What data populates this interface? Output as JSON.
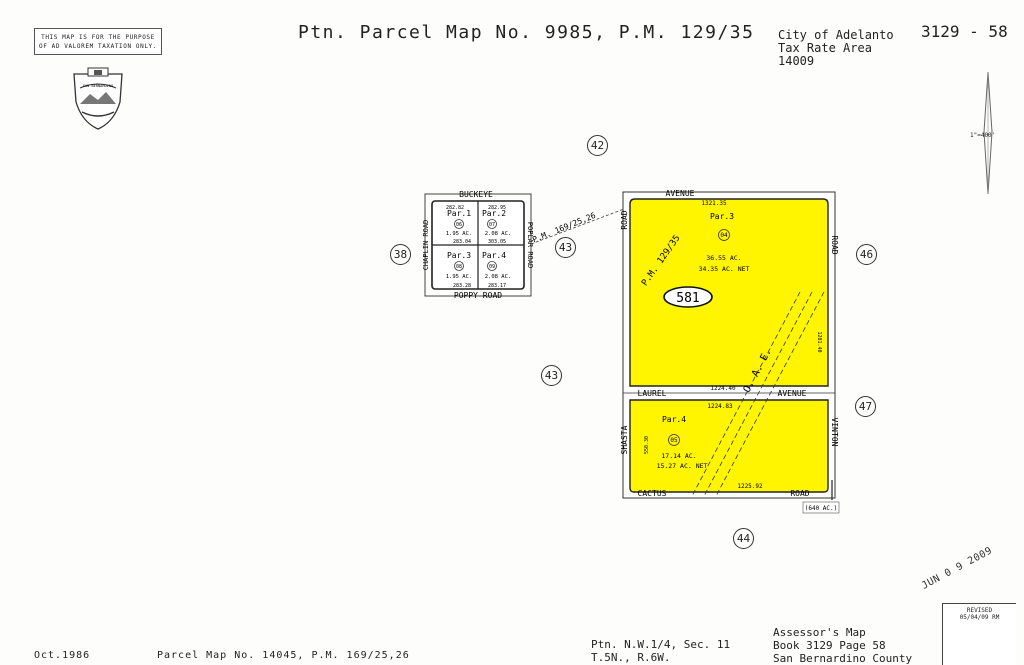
{
  "header": {
    "disclaimer_line1": "THIS MAP IS FOR THE PURPOSE",
    "disclaimer_line2": "OF AD VALOREM TAXATION ONLY.",
    "title": "Ptn. Parcel Map No. 9985, P.M. 129/35",
    "city_line1": "City of Adelanto",
    "city_line2": "Tax Rate Area",
    "city_line3": "14009",
    "map_number": "3129 - 58",
    "seal_text": "SAN BERNARDINO",
    "scale_label": "1\"=400'"
  },
  "book_numbers": [
    "42",
    "38",
    "43",
    "46",
    "43",
    "47",
    "44"
  ],
  "small_block": {
    "streets": {
      "top": "BUCKEYE",
      "bottom": "POPPY ROAD",
      "left": "CHAPLIN ROAD",
      "right": "POPLAR ROAD"
    },
    "parcels": [
      {
        "label": "Par.1",
        "num": "06",
        "acres": "1.95 AC.",
        "dim_top": "282.82",
        "dim_bottom": "283.04"
      },
      {
        "label": "Par.2",
        "num": "07",
        "acres": "2.08 AC.",
        "dim_top": "282.95",
        "dim_bottom": "303.05"
      },
      {
        "label": "Par.3",
        "num": "08",
        "acres": "1.95 AC.",
        "dim_top": "",
        "dim_bottom": "283.28"
      },
      {
        "label": "Par.4",
        "num": "09",
        "acres": "2.08 AC.",
        "dim_top": "",
        "dim_bottom": "283.17"
      }
    ],
    "pm_ref": "P.M. 169/25,26"
  },
  "main_block": {
    "streets": {
      "top": "AVENUE",
      "laurel": "LAUREL",
      "laurel_avenue": "AVENUE",
      "bottom": "CACTUS",
      "bottom_road": "ROAD",
      "left": "ROAD",
      "right": "ROAD",
      "left_lower": "SHASTA",
      "right_lower": "VINTON"
    },
    "pm_ref": "P.M. 129/35",
    "page_number": "581",
    "easement": "O. A. E.",
    "parcels": [
      {
        "label": "Par.3",
        "num": "04",
        "gross": "36.55 AC.",
        "net": "34.35 AC. NET",
        "dim_top": "1321.35",
        "dim_bottom": "1224.40",
        "dim_side": "1281.40"
      },
      {
        "label": "Par.4",
        "num": "05",
        "gross": "17.14 AC.",
        "net": "15.27 AC. NET",
        "dim_top": "1224.83",
        "dim_bottom": "1225.92",
        "dim_side": "550.30"
      }
    ],
    "section_area": "(640 AC.)"
  },
  "footer": {
    "date": "Oct.1986",
    "parcel_ref": "Parcel Map No. 14045, P.M. 169/25,26",
    "ptn_line1": "Ptn. N.W.1/4, Sec. 11",
    "ptn_line2": "T.5N., R.6W.",
    "assessor_line1": "Assessor's Map",
    "assessor_line2": "Book 3129 Page 58",
    "assessor_line3": "San Bernardino County",
    "stamp": "JUN 0 9 2009",
    "revised_label": "REVISED",
    "revised_date": "05/04/09 RM"
  }
}
